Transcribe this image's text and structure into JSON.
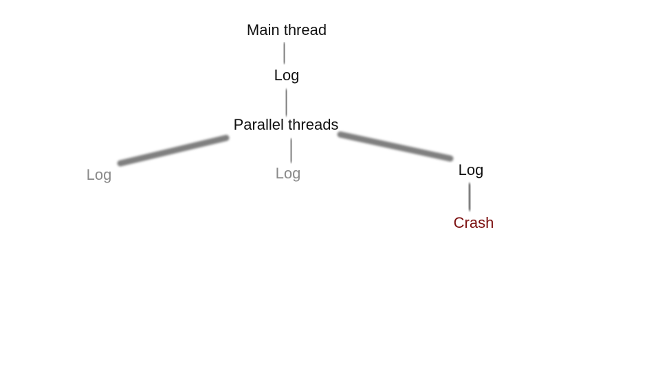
{
  "diagram": {
    "nodes": {
      "main_thread": "Main thread",
      "log_main": "Log",
      "parallel_threads": "Parallel threads",
      "log_left": "Log",
      "log_middle": "Log",
      "log_right": "Log",
      "crash": "Crash"
    },
    "colors": {
      "connector": "#7f7f7f",
      "text": "#111111",
      "muted_text": "#8a8a8a",
      "crash_text": "#7b0f0f",
      "background": "#ffffff"
    }
  }
}
